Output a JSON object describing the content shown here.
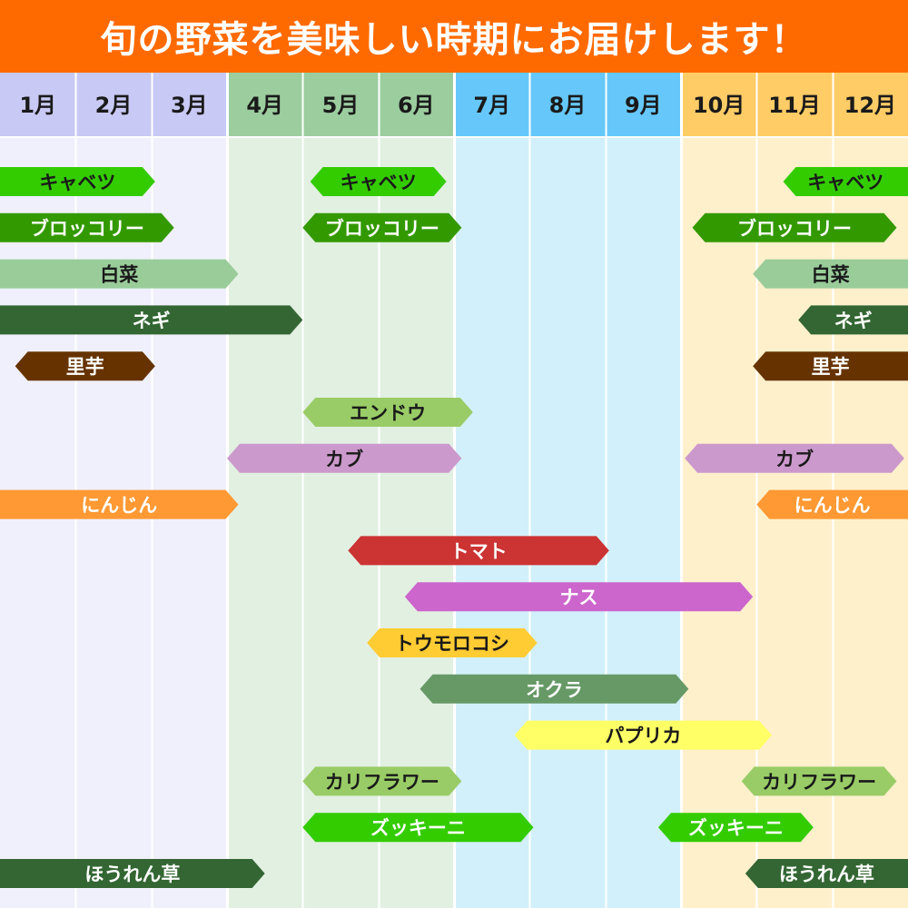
{
  "header": {
    "title": "旬の野菜を美味しい時期にお届けします！"
  },
  "colors": {
    "banner": "#ff6a00",
    "band_winter_head": "#c9c9f5",
    "band_winter_body": "#f0f0fc",
    "band_spring_head": "#9ccd9f",
    "band_spring_body": "#e2f0e2",
    "band_summer_head": "#66c8fa",
    "band_summer_body": "#d2f0fb",
    "band_autumn_head": "#ffcc66",
    "band_autumn_body": "#fff0cc"
  },
  "chart_data": {
    "type": "bar",
    "orientation": "horizontal-ranges",
    "title": "旬の野菜を美味しい時期にお届けします！",
    "months": [
      "1月",
      "2月",
      "3月",
      "4月",
      "5月",
      "6月",
      "7月",
      "8月",
      "9月",
      "10月",
      "11月",
      "12月"
    ],
    "season_bands": [
      {
        "from": 1,
        "to": 3,
        "head": "#c9c9f5",
        "body": "#f0f0fc"
      },
      {
        "from": 4,
        "to": 6,
        "head": "#9ccd9f",
        "body": "#e2f0e2"
      },
      {
        "from": 7,
        "to": 9,
        "head": "#66c8fa",
        "body": "#d2f0fb"
      },
      {
        "from": 10,
        "to": 12,
        "head": "#ffcc66",
        "body": "#fff0cc"
      }
    ],
    "x_range": [
      1,
      13
    ],
    "grid": true,
    "series": [
      {
        "name": "キャベツ",
        "color": "#33cc00",
        "text_color": "#1a1a1a",
        "segments": [
          {
            "start": 1.0,
            "end": 3.05
          },
          {
            "start": 5.1,
            "end": 6.9
          },
          {
            "start": 11.35,
            "end": 13.0
          }
        ]
      },
      {
        "name": "ブロッコリー",
        "color": "#339900",
        "text_color": "#ffffff",
        "segments": [
          {
            "start": 1.0,
            "end": 3.3
          },
          {
            "start": 5.0,
            "end": 7.1
          },
          {
            "start": 10.15,
            "end": 12.85
          }
        ]
      },
      {
        "name": "白菜",
        "color": "#99cc99",
        "text_color": "#1a1a1a",
        "segments": [
          {
            "start": 1.0,
            "end": 4.15
          },
          {
            "start": 10.95,
            "end": 13.0
          }
        ]
      },
      {
        "name": "ネギ",
        "color": "#336633",
        "text_color": "#ffffff",
        "segments": [
          {
            "start": 1.0,
            "end": 5.0
          },
          {
            "start": 11.55,
            "end": 13.0
          }
        ]
      },
      {
        "name": "里芋",
        "color": "#663300",
        "text_color": "#ffffff",
        "segments": [
          {
            "start": 1.2,
            "end": 3.05
          },
          {
            "start": 10.95,
            "end": 13.0
          }
        ]
      },
      {
        "name": "エンドウ",
        "color": "#99cc66",
        "text_color": "#1a1a1a",
        "segments": [
          {
            "start": 5.0,
            "end": 7.25
          }
        ]
      },
      {
        "name": "カブ",
        "color": "#cc99cc",
        "text_color": "#1a1a1a",
        "segments": [
          {
            "start": 4.0,
            "end": 7.1
          },
          {
            "start": 10.05,
            "end": 12.95
          }
        ]
      },
      {
        "name": "にんじん",
        "color": "#ff9933",
        "text_color": "#ffffff",
        "segments": [
          {
            "start": 1.0,
            "end": 4.15
          },
          {
            "start": 11.0,
            "end": 13.0
          }
        ]
      },
      {
        "name": "トマト",
        "color": "#cc3333",
        "text_color": "#ffffff",
        "segments": [
          {
            "start": 5.6,
            "end": 9.05
          }
        ]
      },
      {
        "name": "ナス",
        "color": "#cc66cc",
        "text_color": "#ffffff",
        "segments": [
          {
            "start": 6.35,
            "end": 10.95
          }
        ]
      },
      {
        "name": "トウモロコシ",
        "color": "#ffcc33",
        "text_color": "#1a1a1a",
        "segments": [
          {
            "start": 5.85,
            "end": 8.1
          }
        ]
      },
      {
        "name": "オクラ",
        "color": "#669966",
        "text_color": "#ffffff",
        "segments": [
          {
            "start": 6.55,
            "end": 10.1
          }
        ]
      },
      {
        "name": "パプリカ",
        "color": "#ffff66",
        "text_color": "#1a1a1a",
        "segments": [
          {
            "start": 7.8,
            "end": 11.2
          }
        ]
      },
      {
        "name": "カリフラワー",
        "color": "#99cc66",
        "text_color": "#1a1a1a",
        "segments": [
          {
            "start": 5.0,
            "end": 7.1
          },
          {
            "start": 10.8,
            "end": 12.85
          }
        ]
      },
      {
        "name": "ズッキーニ",
        "color": "#33cc00",
        "text_color": "#ffffff",
        "segments": [
          {
            "start": 5.0,
            "end": 8.05
          },
          {
            "start": 9.7,
            "end": 11.75
          }
        ]
      },
      {
        "name": "ほうれん草",
        "color": "#336633",
        "text_color": "#ffffff",
        "segments": [
          {
            "start": 1.0,
            "end": 4.5
          },
          {
            "start": 10.85,
            "end": 13.0
          }
        ]
      }
    ]
  }
}
